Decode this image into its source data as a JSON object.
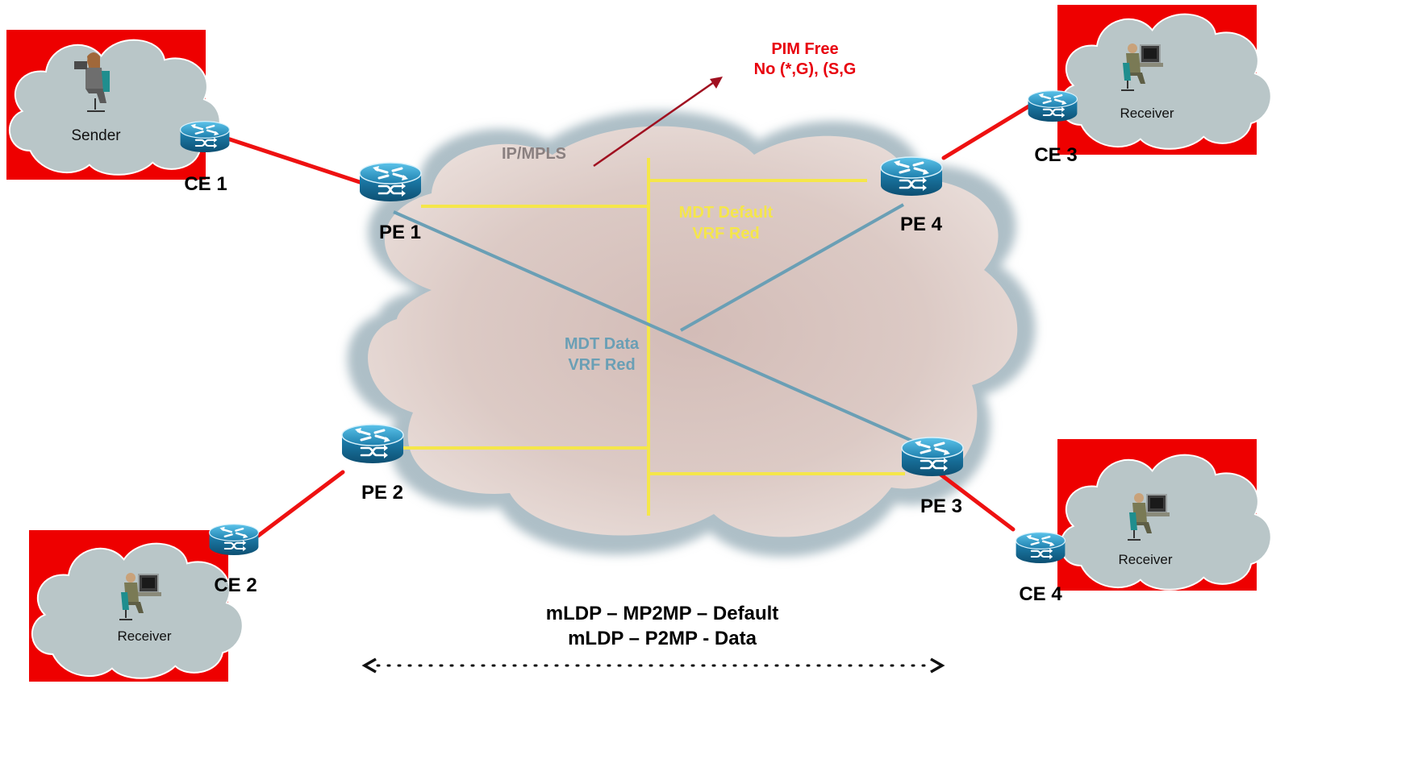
{
  "annotation": {
    "line1": "PIM Free",
    "line2": "No (*,G), (S,G",
    "color": "#e8000d"
  },
  "core": {
    "label": "IP/MPLS",
    "label_color": "#8a8080",
    "mdt_default": {
      "line1": "MDT Default",
      "line2": "VRF Red",
      "color": "#f5e64a"
    },
    "mdt_data": {
      "line1": "MDT Data",
      "line2": "VRF Red",
      "color": "#6a9fb5"
    }
  },
  "routers": {
    "pe1": "PE 1",
    "pe2": "PE 2",
    "pe3": "PE 3",
    "pe4": "PE 4",
    "ce1": "CE 1",
    "ce2": "CE 2",
    "ce3": "CE 3",
    "ce4": "CE 4"
  },
  "sites": {
    "sender": "Sender",
    "receiver_ce2": "Receiver",
    "receiver_ce3": "Receiver",
    "receiver_ce4": "Receiver",
    "site_color": "#ee0000",
    "cloud_color": "#b9c6c8"
  },
  "footer": {
    "line1": "mLDP – MP2MP – Default",
    "line2": "mLDP – P2MP - Data"
  },
  "icons": [
    "router-icon",
    "sender-person-icon",
    "receiver-person-icon",
    "cloud-icon",
    "double-arrow-icon"
  ]
}
